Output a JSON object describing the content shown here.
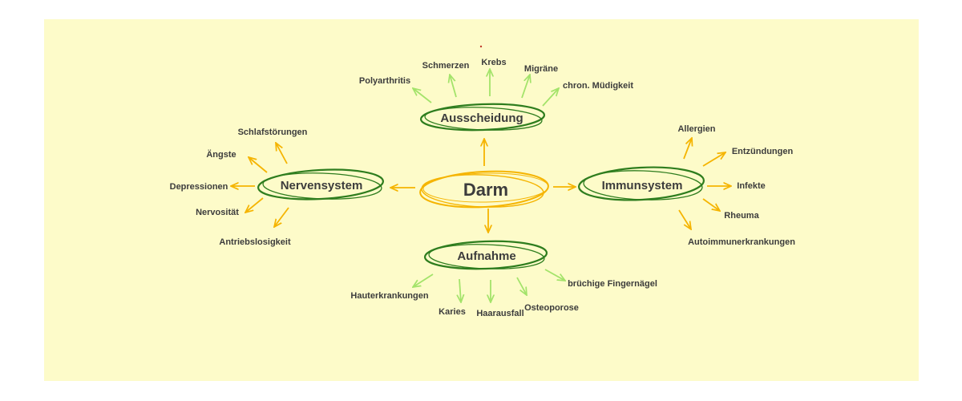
{
  "colors": {
    "background": "#fdfbc9",
    "orange": "#f5b400",
    "dark_green": "#2e7d1e",
    "light_green": "#a3e36a",
    "text": "#3c3c3c"
  },
  "center": {
    "label": "Darm"
  },
  "hubs": {
    "ausscheidung": {
      "label": "Ausscheidung",
      "items": [
        "Polyarthritis",
        "Schmerzen",
        "Krebs",
        "Migräne",
        "chron. Müdigkeit"
      ]
    },
    "nervensystem": {
      "label": "Nervensystem",
      "items": [
        "Schlafstörungen",
        "Ängste",
        "Depressionen",
        "Nervosität",
        "Antriebslosigkeit"
      ]
    },
    "immunsystem": {
      "label": "Immunsystem",
      "items": [
        "Allergien",
        "Entzündungen",
        "Infekte",
        "Rheuma",
        "Autoimmunerkrankungen"
      ]
    },
    "aufnahme": {
      "label": "Aufnahme",
      "items": [
        "Hauterkrankungen",
        "Karies",
        "Haarausfall",
        "Osteoporose",
        "brüchige Fingernägel"
      ]
    }
  }
}
